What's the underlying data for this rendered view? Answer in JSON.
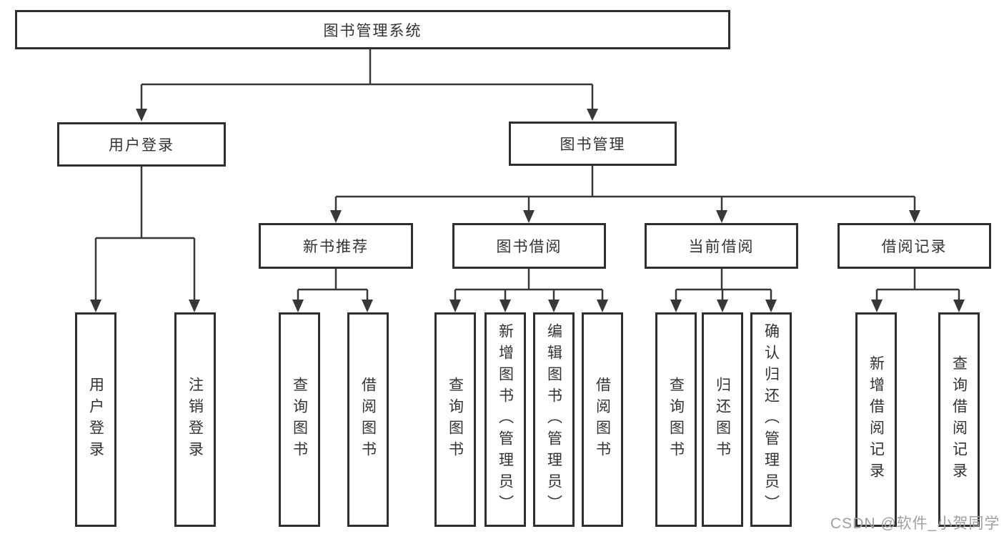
{
  "diagram": {
    "root": {
      "label": "图书管理系统"
    },
    "branches": [
      {
        "label": "用户登录",
        "children": [
          {
            "label": "用户登录"
          },
          {
            "label": "注销登录"
          }
        ]
      },
      {
        "label": "图书管理",
        "children": [
          {
            "label": "新书推荐",
            "children": [
              {
                "label": "查询图书"
              },
              {
                "label": "借阅图书"
              }
            ]
          },
          {
            "label": "图书借阅",
            "children": [
              {
                "label": "查询图书"
              },
              {
                "label": "新增图书（管理员）"
              },
              {
                "label": "编辑图书（管理员）"
              },
              {
                "label": "借阅图书"
              }
            ]
          },
          {
            "label": "当前借阅",
            "children": [
              {
                "label": "查询图书"
              },
              {
                "label": "归还图书"
              },
              {
                "label": "确认归还（管理员）"
              }
            ]
          },
          {
            "label": "借阅记录",
            "children": [
              {
                "label": "新增借阅记录"
              },
              {
                "label": "查询借阅记录"
              }
            ]
          }
        ]
      }
    ]
  },
  "watermark": {
    "text": "CSDN @软件_小贺同学"
  },
  "colors": {
    "line": "#383838",
    "box_border": "#2f2f2f",
    "text": "#333333",
    "background": "#ffffff",
    "watermark": "#a0a0a4"
  }
}
